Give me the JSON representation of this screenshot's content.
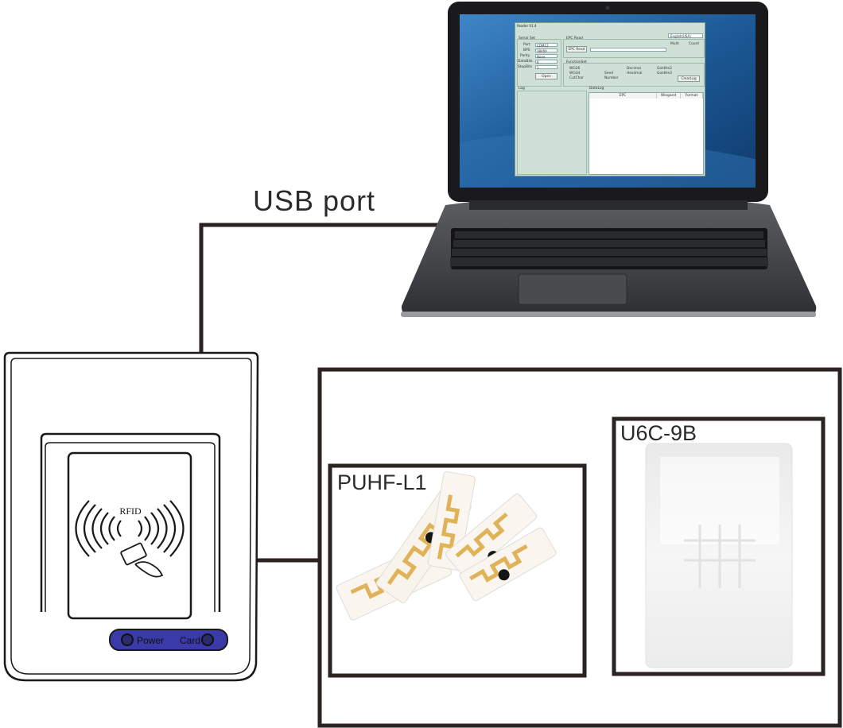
{
  "labels": {
    "usb_port": "USB port",
    "tag_model": "PUHF-L1",
    "card_model": "U6C-9B"
  },
  "reader": {
    "logo_text": "RFID",
    "power_label": "Power",
    "card_label": "Card"
  },
  "laptop_app": {
    "window_title": "Reader V1.4",
    "language": "English(USA)",
    "serial_set": {
      "title": "Serial Set",
      "fields": [
        {
          "label": "Port",
          "value": "COM12"
        },
        {
          "label": "BPS",
          "value": "38400"
        },
        {
          "label": "Parity",
          "value": "None"
        },
        {
          "label": "DataBits",
          "value": "8"
        },
        {
          "label": "StopBits",
          "value": "1"
        }
      ],
      "open_button": "Open"
    },
    "epc_read": {
      "title": "EPC Read",
      "read_button": "EPC Read",
      "multi_label": "Multi",
      "count_label": "Count"
    },
    "function_set": {
      "title": "FunctionSet",
      "options": [
        "WG26",
        "WG34",
        "CutChar",
        "Seed",
        "Number",
        "Decimal",
        "Hexdmal",
        "GoldHe2",
        "GoldHe3"
      ],
      "clear_button": "ClearLog"
    },
    "log_title": "Log",
    "datalog": {
      "title": "DataLog",
      "columns": [
        "EPC",
        "Wiegand",
        "Format"
      ]
    }
  },
  "colors": {
    "line": "#2b2222",
    "reader_panel": "#3a3aa8",
    "app_bg": "#cfe1d7",
    "desktop_blue": "#1d5a97"
  }
}
